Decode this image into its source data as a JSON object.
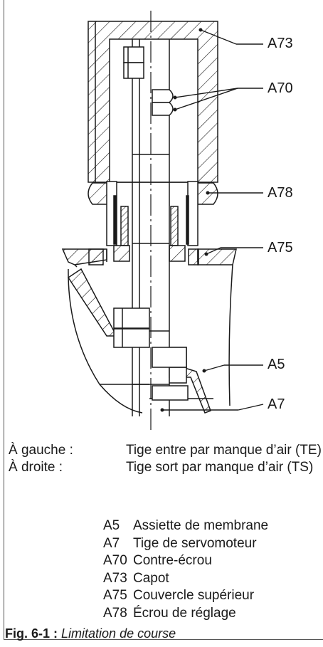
{
  "callouts": {
    "a73": "A73",
    "a70": "A70",
    "a78": "A78",
    "a75": "A75",
    "a5": "A5",
    "a7": "A7"
  },
  "modes": [
    {
      "key": "À gauche :",
      "value": "Tige entre par manque d’air (TE)"
    },
    {
      "key": "À droite :",
      "value": "Tige sort par manque d’air (TS)"
    }
  ],
  "legend": [
    {
      "code": "A5",
      "description": "Assiette de membrane"
    },
    {
      "code": "A7",
      "description": "Tige de servomoteur"
    },
    {
      "code": "A70",
      "description": "Contre-écrou"
    },
    {
      "code": "A73",
      "description": "Capot"
    },
    {
      "code": "A75",
      "description": "Couvercle supérieur"
    },
    {
      "code": "A78",
      "description": "Écrou de réglage"
    }
  ],
  "caption": {
    "label": "Fig. 6-1 :",
    "title": "Limitation de course"
  }
}
